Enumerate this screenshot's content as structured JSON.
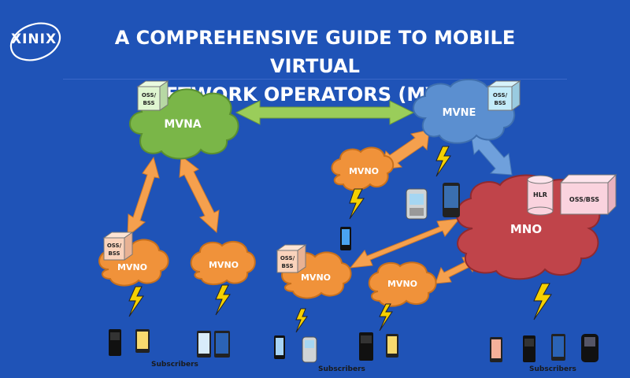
{
  "header": {
    "logo_text": "XINIX",
    "title_line1": "A COMPREHENSIVE GUIDE TO MOBILE VIRTUAL",
    "title_line2": "NETWORK OPERATORS (MVNO)"
  },
  "nodes": {
    "mvna": "MVNA",
    "mvne": "MVNE",
    "mno": "MNO",
    "mvno_top": "MVNO",
    "mvno_left1": "MVNO",
    "mvno_left2": "MVNO",
    "mvno_mid": "MVNO",
    "mvno_right": "MVNO"
  },
  "boxes": {
    "oss_bss_line1": "OSS/",
    "oss_bss_line2": "BSS",
    "oss_bss_mno": "OSS/BSS",
    "hlr": "HLR"
  },
  "subscribers": {
    "label_left": "Subscribers",
    "label_mid": "Subscribers",
    "label_right": "Subscribers"
  },
  "colors": {
    "background": "#1f53b7",
    "mvna_cloud": "#7ab648",
    "mvne_cloud": "#5b8fd0",
    "mno_cloud": "#c0444a",
    "mvno_cloud": "#f0923a",
    "arrow_green": "#9acd5a",
    "arrow_orange": "#f5a04e",
    "arrow_blue": "#6fa0dc",
    "lightning": "#f5d000"
  }
}
